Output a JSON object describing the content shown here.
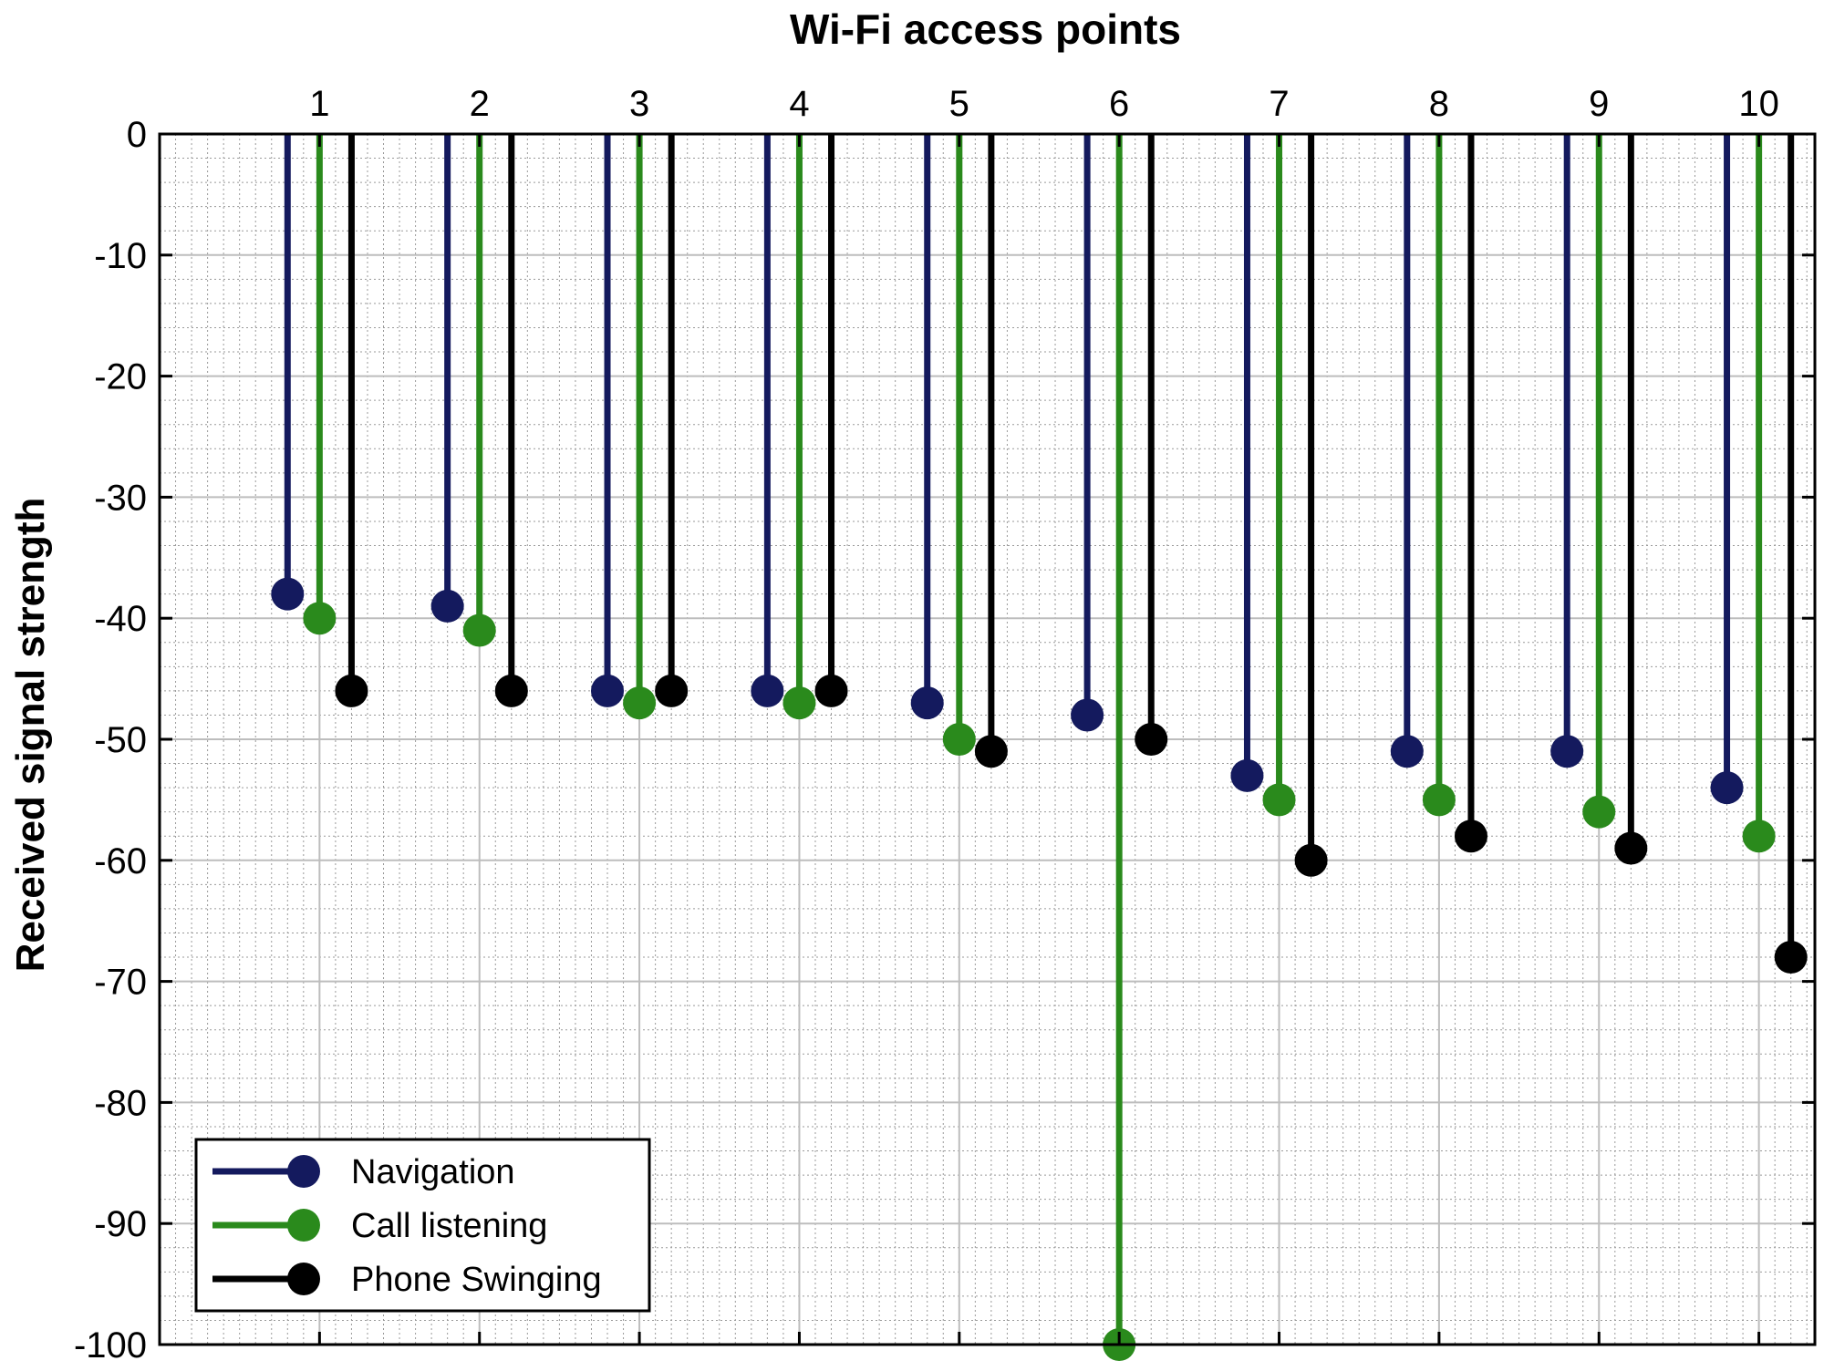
{
  "chart_data": {
    "type": "stem",
    "title": "Wi-Fi access points",
    "xlabel": "Wi-Fi access points",
    "ylabel": "Received signal strength",
    "categories": [
      "1",
      "2",
      "3",
      "4",
      "5",
      "6",
      "7",
      "8",
      "9",
      "10"
    ],
    "x_axis_position": "top",
    "ylim": [
      -100,
      0
    ],
    "yticks": [
      0,
      -10,
      -20,
      -30,
      -40,
      -50,
      -60,
      -70,
      -80,
      -90,
      -100
    ],
    "grid": true,
    "minor_grid": true,
    "legend_position": "bottom-left",
    "series": [
      {
        "name": "Navigation",
        "color": "#141a5e",
        "offset": -0.2,
        "values": [
          -38,
          -39,
          -46,
          -46,
          -47,
          -48,
          -53,
          -51,
          -51,
          -54
        ]
      },
      {
        "name": "Call listening",
        "color": "#2a8a1c",
        "offset": 0,
        "values": [
          -40,
          -41,
          -47,
          -47,
          -50,
          -100,
          -55,
          -55,
          -56,
          -58
        ]
      },
      {
        "name": "Phone Swinging",
        "color": "#000000",
        "offset": 0.2,
        "values": [
          -46,
          -46,
          -46,
          -46,
          -51,
          -50,
          -60,
          -58,
          -59,
          -68
        ]
      }
    ]
  }
}
